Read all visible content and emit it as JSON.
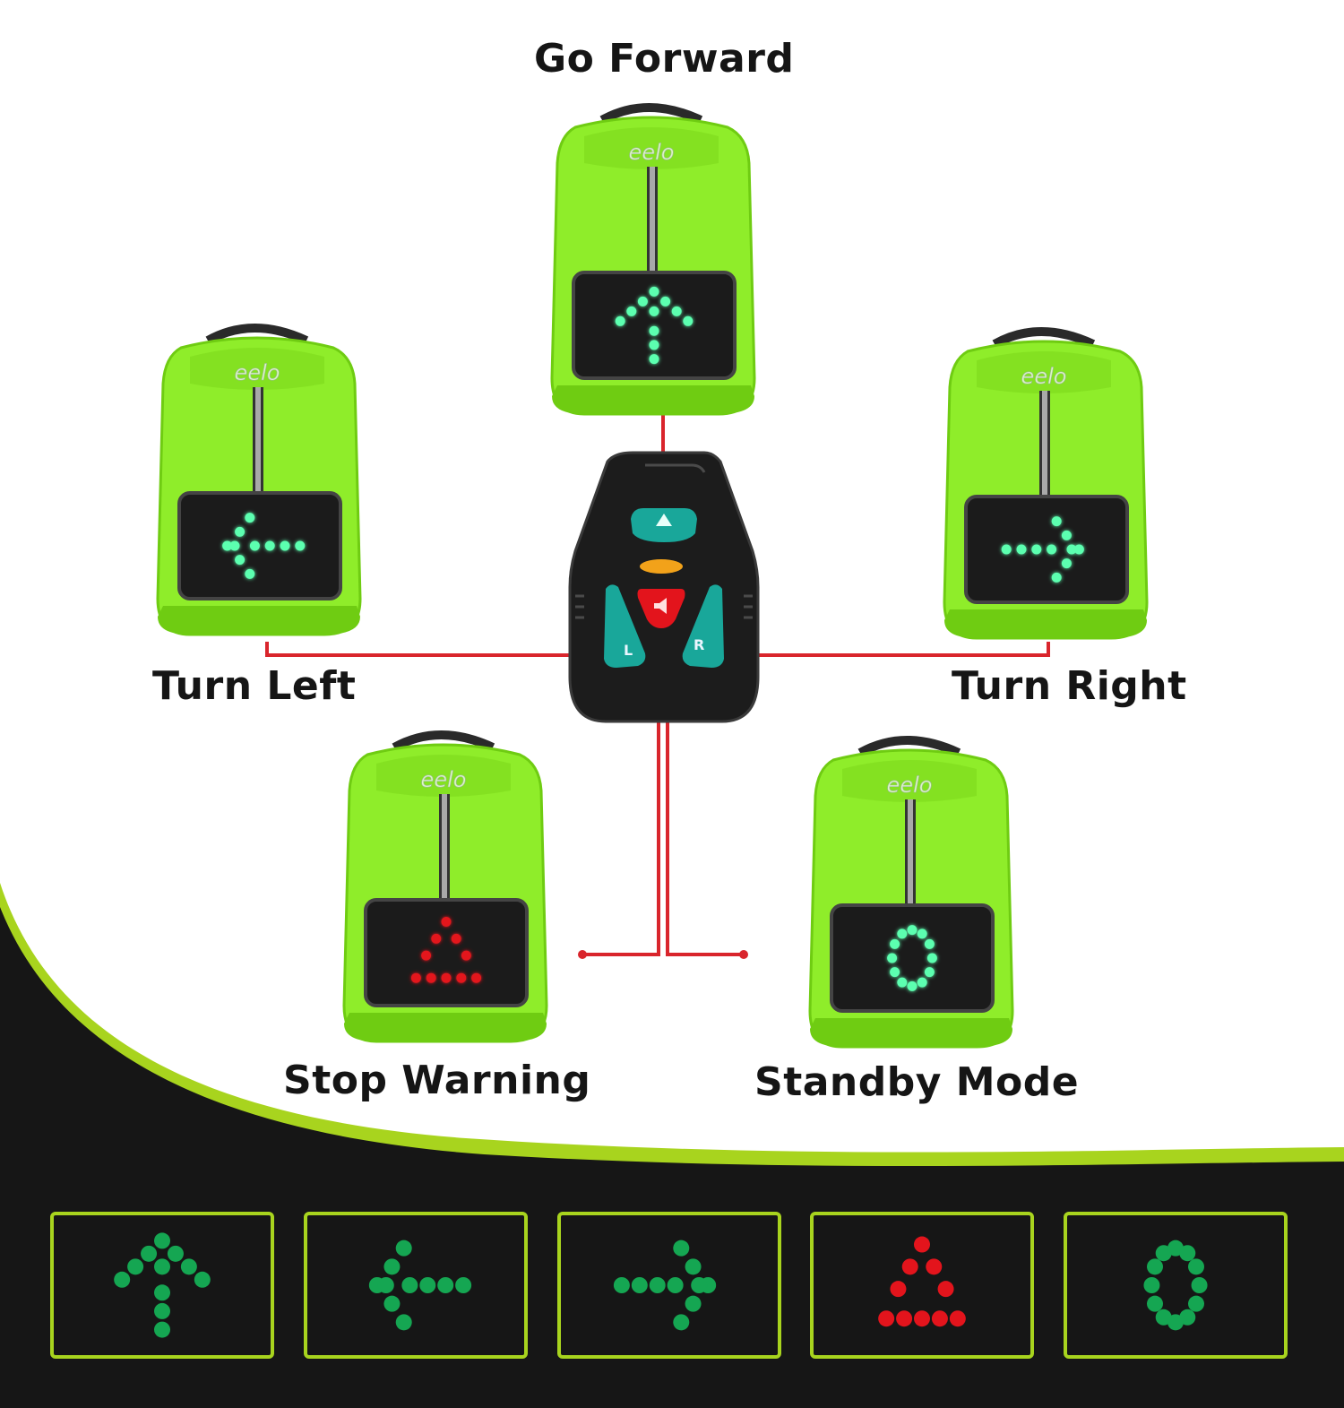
{
  "theme": {
    "backpack_green": "#8fed2a",
    "backpack_shade": "#6fcc12",
    "panel_black": "#1b1b1b",
    "bottom_band": "#161616",
    "accent_lime": "#a8d41e",
    "led_green": "#15a652",
    "led_green_glow": "#5cffb0",
    "led_red": "#e3141c",
    "wire_red": "#d9252c",
    "remote_teal": "#19a79a",
    "remote_orange": "#f2a21a"
  },
  "brand": "eelo",
  "modes": [
    {
      "id": "forward",
      "label": "Go Forward",
      "pattern": "arrow-up",
      "color": "green"
    },
    {
      "id": "left",
      "label": "Turn Left",
      "pattern": "arrow-left",
      "color": "green"
    },
    {
      "id": "right",
      "label": "Turn Right",
      "pattern": "arrow-right",
      "color": "green"
    },
    {
      "id": "stop",
      "label": "Stop Warning",
      "pattern": "triangle",
      "color": "red"
    },
    {
      "id": "standby",
      "label": "Standby Mode",
      "pattern": "circle",
      "color": "green"
    }
  ],
  "remote": {
    "left_key": "L",
    "right_key": "R",
    "icons": [
      "forward-arrow-icon",
      "horn-icon"
    ]
  },
  "legend_strip": [
    "arrow-up",
    "arrow-left",
    "arrow-right",
    "triangle",
    "circle"
  ]
}
